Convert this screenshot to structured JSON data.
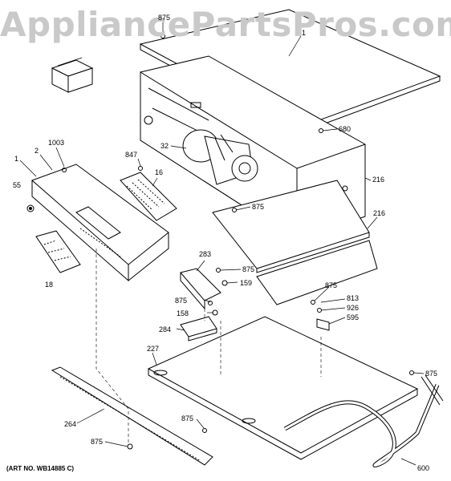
{
  "watermark": "AppliancePartsPros.com",
  "art_number": "(ART NO. WB14885 C)",
  "callouts": {
    "p875_top": "875",
    "p1_topright": "1",
    "p680": "680",
    "p1003": "1003",
    "p2": "2",
    "p1_left": "1",
    "p55": "55",
    "p847": "847",
    "p16": "16",
    "p32": "32",
    "p216_right": "216",
    "p875_mid": "875",
    "p216_mid": "216",
    "p283": "283",
    "p875_283": "875",
    "p159": "159",
    "p18": "18",
    "p875_158": "875",
    "p158": "158",
    "p284": "284",
    "p875_813": "875",
    "p813": "813",
    "p926": "926",
    "p595": "595",
    "p227": "227",
    "p875_right": "875",
    "p264": "264",
    "p875_bottom": "875",
    "p875_bottomleft": "875",
    "p600": "600"
  }
}
